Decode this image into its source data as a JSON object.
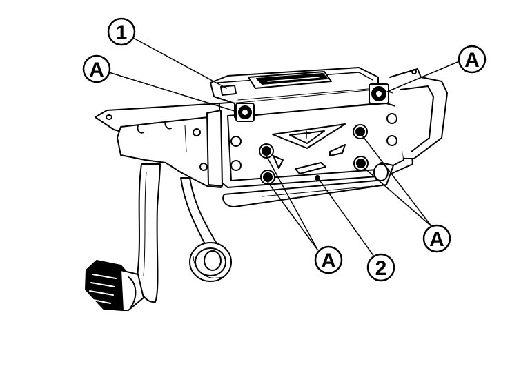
{
  "callouts": {
    "part_1": "1",
    "part_2": "2",
    "bolt_a_left_top": "A",
    "bolt_a_right_top": "A",
    "bolt_a_bottom_left": "A",
    "bolt_a_bottom_right": "A"
  },
  "colors": {
    "line": "#000000",
    "fill": "#ffffff",
    "shade": "#000000"
  }
}
